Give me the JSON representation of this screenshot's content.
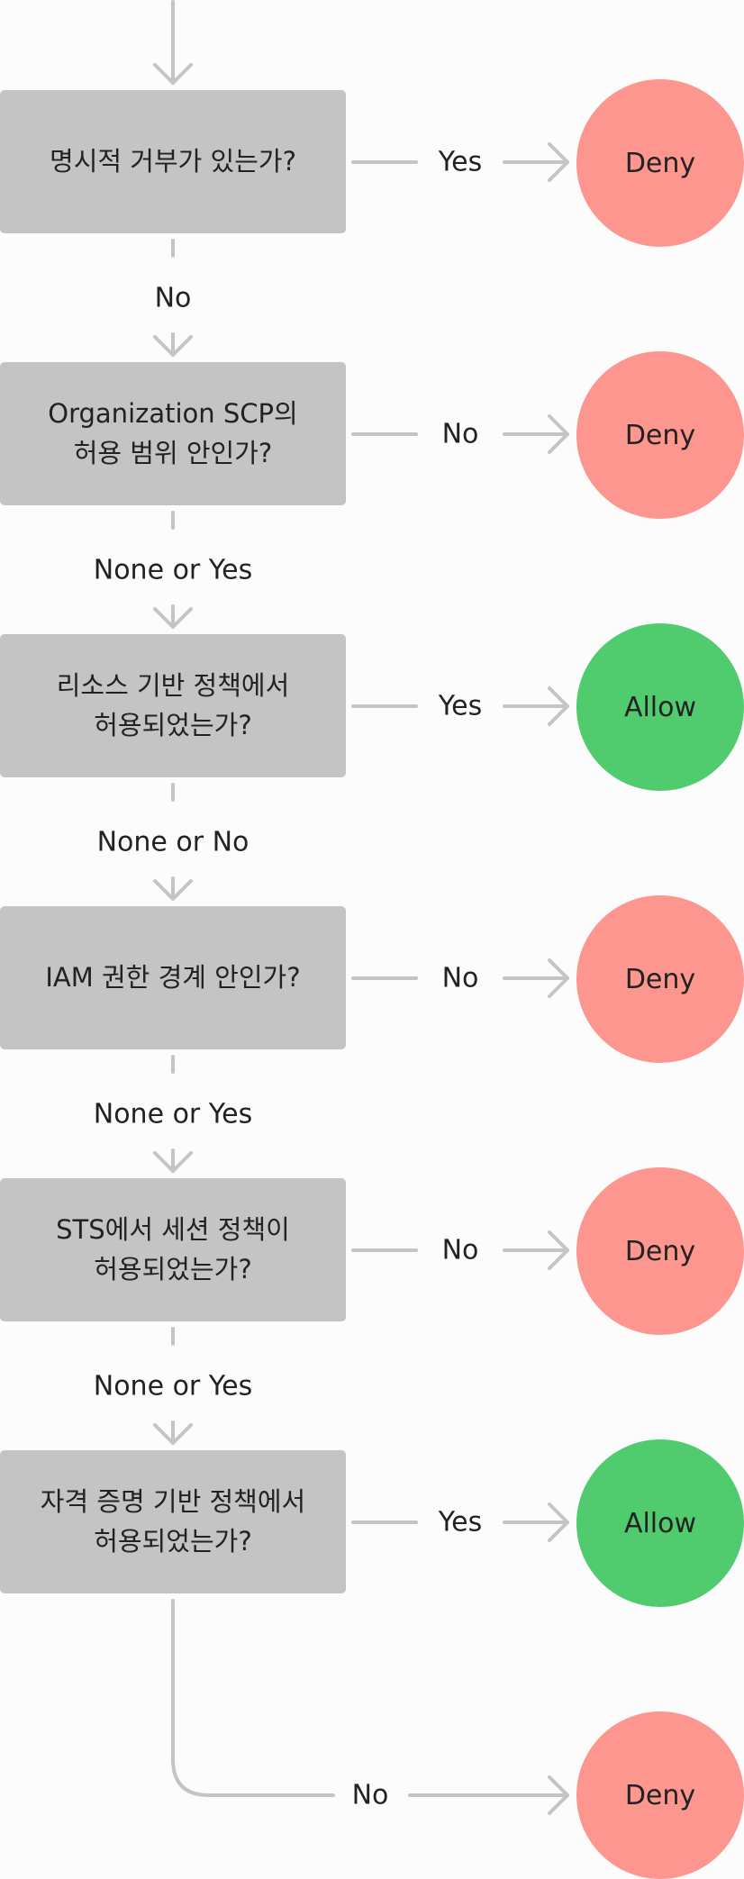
{
  "steps": [
    {
      "question": "명시적 거부가 있는가?",
      "side_label": "Yes",
      "side_result": "Deny",
      "next_label": "No"
    },
    {
      "question": "Organization SCP의\n허용 범위 안인가?",
      "side_label": "No",
      "side_result": "Deny",
      "next_label": "None or Yes"
    },
    {
      "question": "리소스 기반 정책에서\n허용되었는가?",
      "side_label": "Yes",
      "side_result": "Allow",
      "next_label": "None or No"
    },
    {
      "question": "IAM 권한 경계 안인가?",
      "side_label": "No",
      "side_result": "Deny",
      "next_label": "None or Yes"
    },
    {
      "question": "STS에서 세션 정책이\n허용되었는가?",
      "side_label": "No",
      "side_result": "Deny",
      "next_label": "None or Yes"
    },
    {
      "question": "자격 증명 기반 정책에서\n허용되었는가?",
      "side_label": "Yes",
      "side_result": "Allow",
      "next_label": null
    }
  ],
  "final": {
    "label": "No",
    "result": "Deny"
  },
  "colors": {
    "deny": "#fd968e",
    "allow": "#50cb6e",
    "box": "#c4c4c4",
    "line": "#c4c4c4"
  }
}
